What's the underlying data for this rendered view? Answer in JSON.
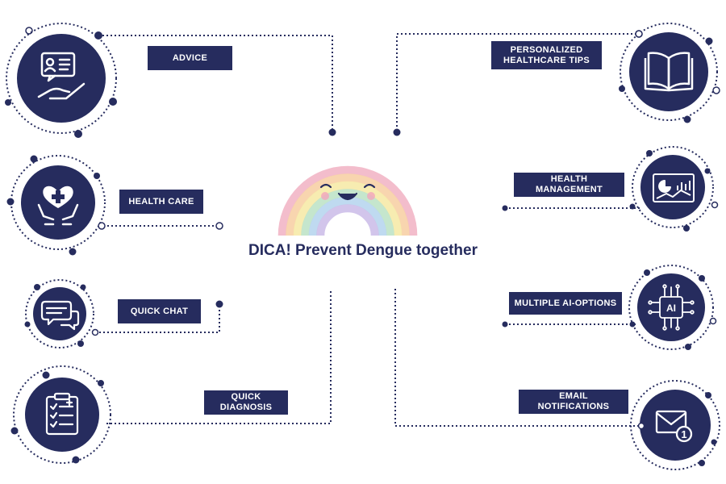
{
  "center": {
    "title": "DICA! Prevent Dengue together"
  },
  "features": {
    "advice": "ADVICE",
    "health_care": "HEALTH CARE",
    "quick_chat": "QUICK CHAT",
    "quick_diagnosis": "QUICK DIAGNOSIS",
    "personalized_tips": "PERSONALIZED HEALTHCARE TIPS",
    "health_management": "HEALTH MANAGEMENT",
    "multiple_ai": "MULTIPLE AI-OPTIONS",
    "email_notifications": "EMAIL NOTIFICATIONS"
  },
  "icons": {
    "advice": "hand-document-icon",
    "health_care": "heart-hands-icon",
    "quick_chat": "chat-bubbles-icon",
    "quick_diagnosis": "clipboard-checklist-icon",
    "personalized_tips": "open-book-icon",
    "health_management": "dashboard-chart-icon",
    "multiple_ai": "ai-chip-icon",
    "email_notifications": "email-badge-icon"
  },
  "badges": {
    "ai_chip_text": "AI",
    "email_count": "1"
  },
  "colors": {
    "navy": "#262c5e",
    "rainbow": [
      "#f2b6c6",
      "#f7d0a6",
      "#f6eaa8",
      "#bfe3c8",
      "#b8d6ee",
      "#cdbfe9"
    ]
  }
}
